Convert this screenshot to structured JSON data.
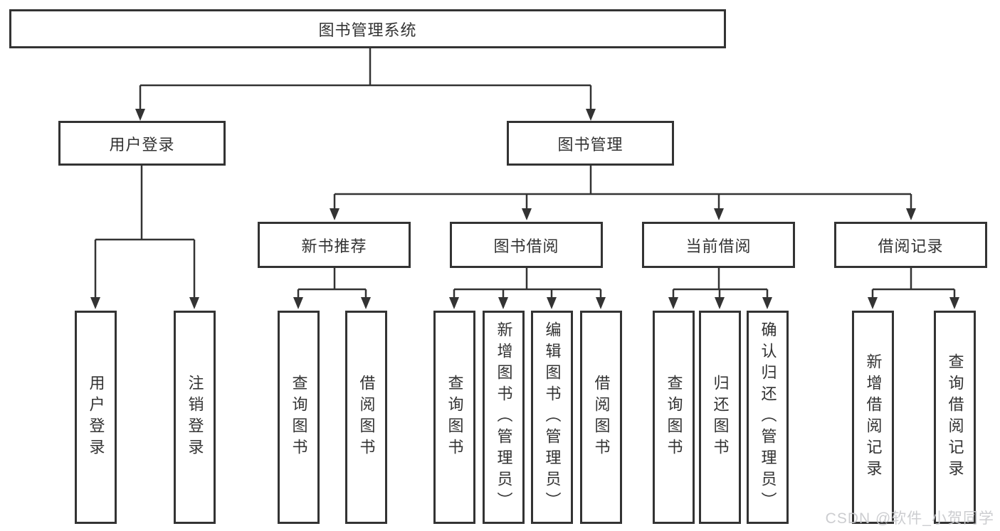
{
  "diagram": {
    "root": "图书管理系统",
    "branches": [
      {
        "label": "用户登录",
        "leaves": [
          "用户登录",
          "注销登录"
        ]
      },
      {
        "label": "图书管理",
        "groups": [
          {
            "label": "新书推荐",
            "leaves": [
              "查询图书",
              "借阅图书"
            ]
          },
          {
            "label": "图书借阅",
            "leaves": [
              "查询图书",
              "新增图书（管理员）",
              "编辑图书（管理员）",
              "借阅图书"
            ]
          },
          {
            "label": "当前借阅",
            "leaves": [
              "查询图书",
              "归还图书",
              "确认归还（管理员）"
            ]
          },
          {
            "label": "借阅记录",
            "leaves": [
              "新增借阅记录",
              "查询借阅记录"
            ]
          }
        ]
      }
    ]
  },
  "watermark": {
    "text": "CSDN @软件_小贺同学"
  },
  "colors": {
    "line": "#333333",
    "box_border": "#333333",
    "watermark": "#c9cace",
    "background": "#ffffff"
  }
}
